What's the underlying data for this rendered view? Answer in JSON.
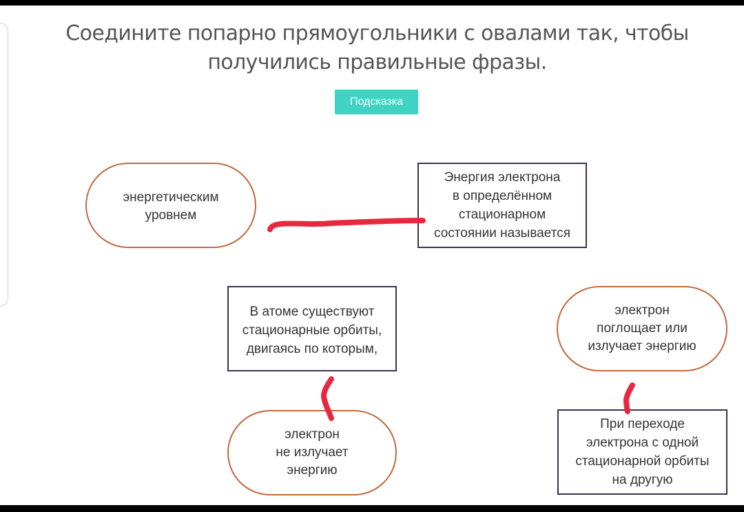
{
  "task": {
    "instruction": "Соедините попарно прямоугольники с овалами так, чтобы получились правильные фразы.",
    "hint_button_label": "Подсказка"
  },
  "ovals": [
    {
      "id": "oval-energy-level",
      "text": "энергетическим\nуровнем"
    },
    {
      "id": "oval-absorbs-emits",
      "text": "электрон\nпоглощает или\nизлучает энергию"
    },
    {
      "id": "oval-not-emit",
      "text": "электрон\nне излучает\nэнергию"
    }
  ],
  "rectangles": [
    {
      "id": "rect-energy-called",
      "text": "Энергия электрона\nв определённом\nстационарном\nсостоянии называется"
    },
    {
      "id": "rect-stationary-orbits",
      "text": "В атоме существуют\nстационарные орбиты,\nдвигаясь по которым,"
    },
    {
      "id": "rect-transition",
      "text": "При переходе\nэлектрона с одной\nстационарной орбиты\nна другую"
    }
  ],
  "connection_color": "#e8283f",
  "colors": {
    "oval_border": "#c0683e",
    "rect_border": "#3e2f52",
    "hint_button": "#3ed3c2",
    "heading_text": "#555555"
  }
}
